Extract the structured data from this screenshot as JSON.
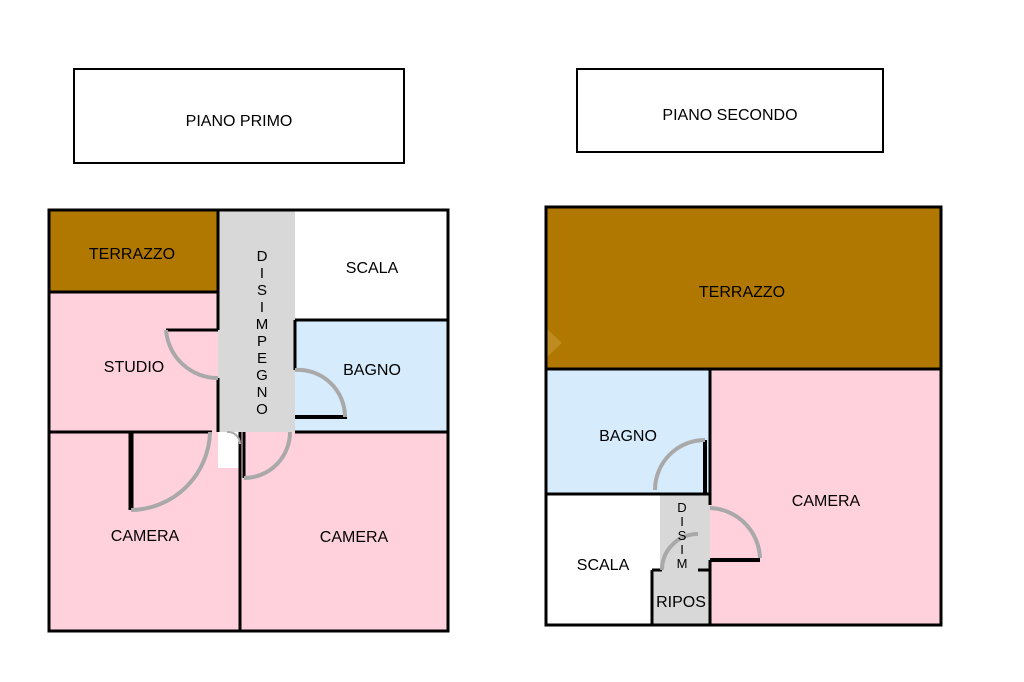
{
  "colors": {
    "terrace": "#b07800",
    "bedroom": "#ffd1dc",
    "bathroom": "#d6ebfb",
    "corridor": "#d8d8d8",
    "stairs": "#ffffff",
    "wall": "#000000",
    "door_swing": "#a9a9a9"
  },
  "floor1": {
    "title": "PIANO PRIMO",
    "rooms": {
      "terrazzo": "TERRAZZO",
      "studio": "STUDIO",
      "disimpegno": [
        "D",
        "I",
        "S",
        "I",
        "M",
        "P",
        "E",
        "G",
        "N",
        "O"
      ],
      "scala": "SCALA",
      "bagno": "BAGNO",
      "camera_left": "CAMERA",
      "camera_right": "CAMERA"
    }
  },
  "floor2": {
    "title": "PIANO SECONDO",
    "rooms": {
      "terrazzo": "TERRAZZO",
      "bagno": "BAGNO",
      "camera": "CAMERA",
      "scala": "SCALA",
      "disim": [
        "D",
        "I",
        "S",
        "I",
        "M"
      ],
      "ripos": "RIPOS"
    }
  },
  "icons": {
    "door": "door-swing-icon"
  }
}
